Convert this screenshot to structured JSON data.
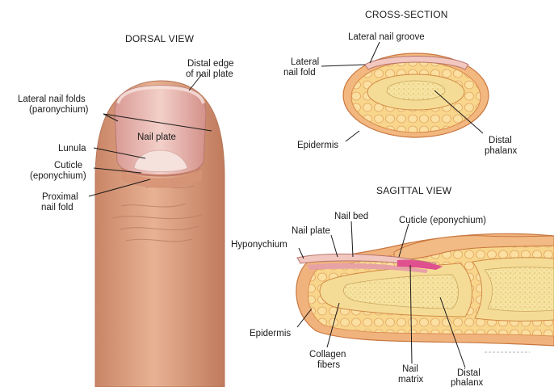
{
  "views": {
    "dorsal": {
      "title": "DORSAL VIEW",
      "labels": {
        "distal_edge_1": "Distal edge",
        "distal_edge_2": "of nail plate",
        "lateral_folds_1": "Lateral nail folds",
        "lateral_folds_2": "(paronychium)",
        "nail_plate": "Nail plate",
        "lunula": "Lunula",
        "cuticle_1": "Cuticle",
        "cuticle_2": "(eponychium)",
        "proximal_1": "Proximal",
        "proximal_2": "nail fold"
      }
    },
    "cross_section": {
      "title": "CROSS-SECTION",
      "labels": {
        "lateral_groove": "Lateral nail groove",
        "lateral_fold_1": "Lateral",
        "lateral_fold_2": "nail fold",
        "epidermis": "Epidermis",
        "distal_phalanx_1": "Distal",
        "distal_phalanx_2": "phalanx"
      }
    },
    "sagittal": {
      "title": "SAGITTAL VIEW",
      "labels": {
        "nail_bed": "Nail bed",
        "cuticle": "Cuticle (eponychium)",
        "nail_plate": "Nail plate",
        "hyponychium": "Hyponychium",
        "epidermis": "Epidermis",
        "collagen_1": "Collagen",
        "collagen_2": "fibers",
        "matrix_1": "Nail",
        "matrix_2": "matrix",
        "distal_phalanx_1": "Distal",
        "distal_phalanx_2": "phalanx"
      }
    }
  },
  "colors": {
    "skin": "#e2a585",
    "skin_dark": "#c98566",
    "nail": "#efc3be",
    "lunula": "#f7e6e1",
    "tissue_outer": "#f0b47d",
    "tissue_fill": "#f7d58c",
    "bone": "#f6e7a8",
    "matrix": "#e0508f",
    "outline": "#c06a3d"
  }
}
